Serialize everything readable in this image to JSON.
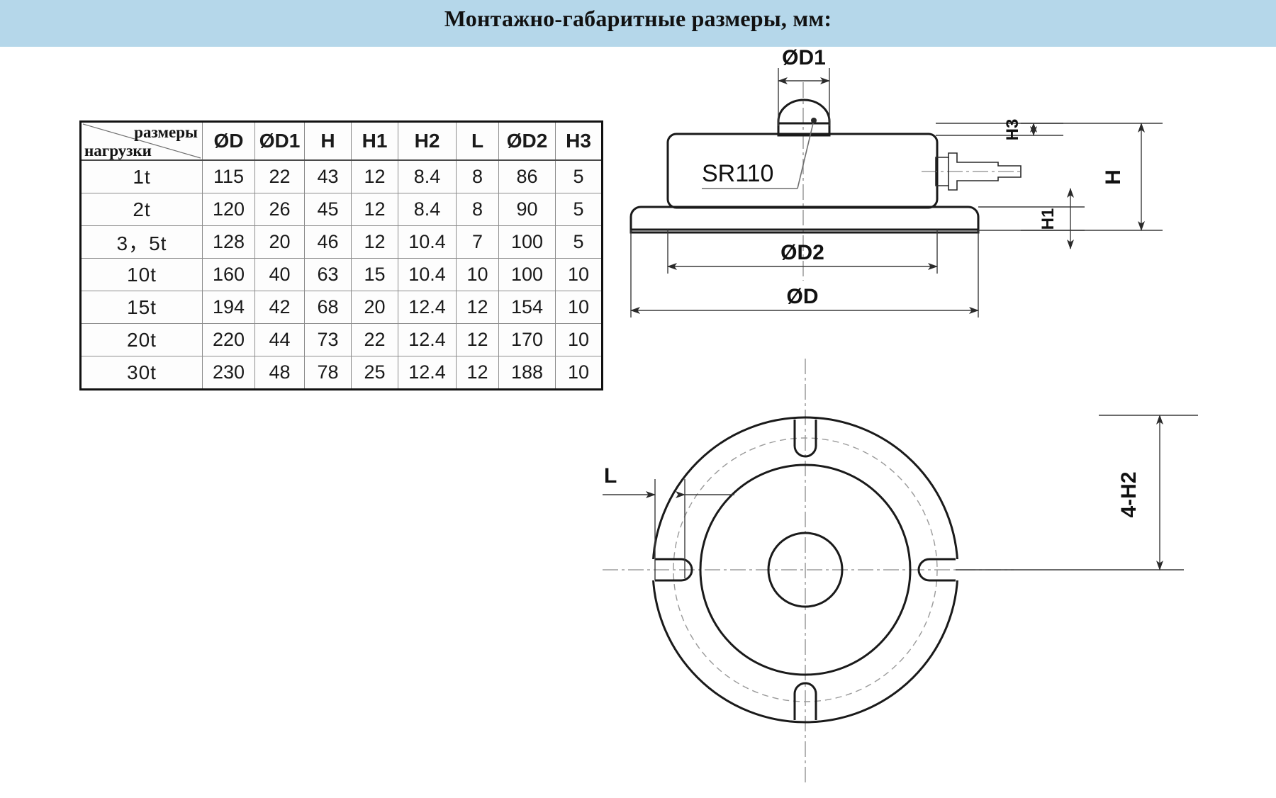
{
  "header": {
    "title": "Монтажно-габаритные размеры, мм:"
  },
  "table": {
    "corner": {
      "top_right_label": "размеры",
      "bottom_left_label": "нагрузки"
    },
    "columns": [
      "ØD",
      "ØD1",
      "H",
      "H1",
      "H2",
      "L",
      "ØD2",
      "H3"
    ],
    "rows": [
      {
        "load": "1t",
        "values": [
          "115",
          "22",
          "43",
          "12",
          "8.4",
          "8",
          "86",
          "5"
        ]
      },
      {
        "load": "2t",
        "values": [
          "120",
          "26",
          "45",
          "12",
          "8.4",
          "8",
          "90",
          "5"
        ]
      },
      {
        "load": "3，5t",
        "values": [
          "128",
          "20",
          "46",
          "12",
          "10.4",
          "7",
          "100",
          "5"
        ]
      },
      {
        "load": "10t",
        "values": [
          "160",
          "40",
          "63",
          "15",
          "10.4",
          "10",
          "100",
          "10"
        ]
      },
      {
        "load": "15t",
        "values": [
          "194",
          "42",
          "68",
          "20",
          "12.4",
          "12",
          "154",
          "10"
        ]
      },
      {
        "load": "20t",
        "values": [
          "220",
          "44",
          "73",
          "22",
          "12.4",
          "12",
          "170",
          "10"
        ]
      },
      {
        "load": "30t",
        "values": [
          "230",
          "48",
          "78",
          "25",
          "12.4",
          "12",
          "188",
          "10"
        ]
      }
    ]
  },
  "side_view": {
    "dim_d1": "ØD1",
    "dim_d2": "ØD2",
    "dim_d": "ØD",
    "dim_h": "H",
    "dim_h1": "H1",
    "dim_h3": "H3",
    "callout_sr": "SR110"
  },
  "plan_view": {
    "dim_l": "L",
    "dim_4h2": "4-H2"
  },
  "colors": {
    "banner": "#b5d7ea",
    "line": "#1a1a1a",
    "sheet": "#ffffff"
  }
}
